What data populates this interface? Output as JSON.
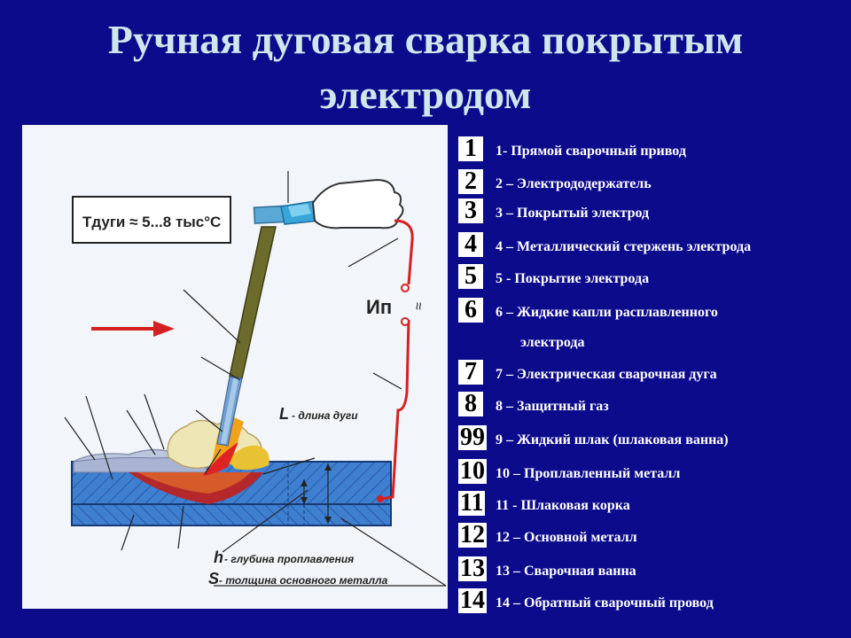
{
  "title": {
    "line1": "Ручная дуговая сварка покрытым",
    "line2": "электродом"
  },
  "diagram": {
    "temp_label": "Tдуги ≈ 5...8 тыс°C",
    "current_label": "Ип",
    "ac_symbol": "≈",
    "arc_length_letter": "L",
    "arc_length_text": " - длина дуги",
    "depth_letter": "h",
    "depth_text": " - глубина проплавления",
    "thickness_letter": "S",
    "thickness_text": " - толщина основного металла"
  },
  "legend": [
    {
      "num": "1",
      "text": "1- Прямой сварочный привод"
    },
    {
      "num": "2",
      "text": "2 – Электрододержатель"
    },
    {
      "num": "3",
      "text": "3 – Покрытый электрод"
    },
    {
      "num": "4",
      "text": "4 – Металлический стержень электрода"
    },
    {
      "num": "5",
      "text": "5 - Покрытие электрода"
    },
    {
      "num": "6",
      "text": "6 – Жидкие капли расплавленного",
      "cont": "электрода"
    },
    {
      "num": "7",
      "text": "7 – Электрическая сварочная дуга"
    },
    {
      "num": "8",
      "text": "8 – Защитный газ"
    },
    {
      "num": "99",
      "text": "9 – Жидкий шлак (шлаковая ванна)"
    },
    {
      "num": "10",
      "text": "10 – Проплавленный металл"
    },
    {
      "num": "11",
      "text": "11 -  Шлаковая корка"
    },
    {
      "num": "12",
      "text": "12 – Основной металл"
    },
    {
      "num": "13",
      "text": "13 – Сварочная ванна"
    },
    {
      "num": "14",
      "text": "14 – Обратный сварочный провод"
    }
  ],
  "colors": {
    "background": "#0b0b8c",
    "title": "#cfe6ec",
    "metal": "#3f7fcf",
    "wire": "#d42020",
    "electrode": "#6b6b2c"
  }
}
